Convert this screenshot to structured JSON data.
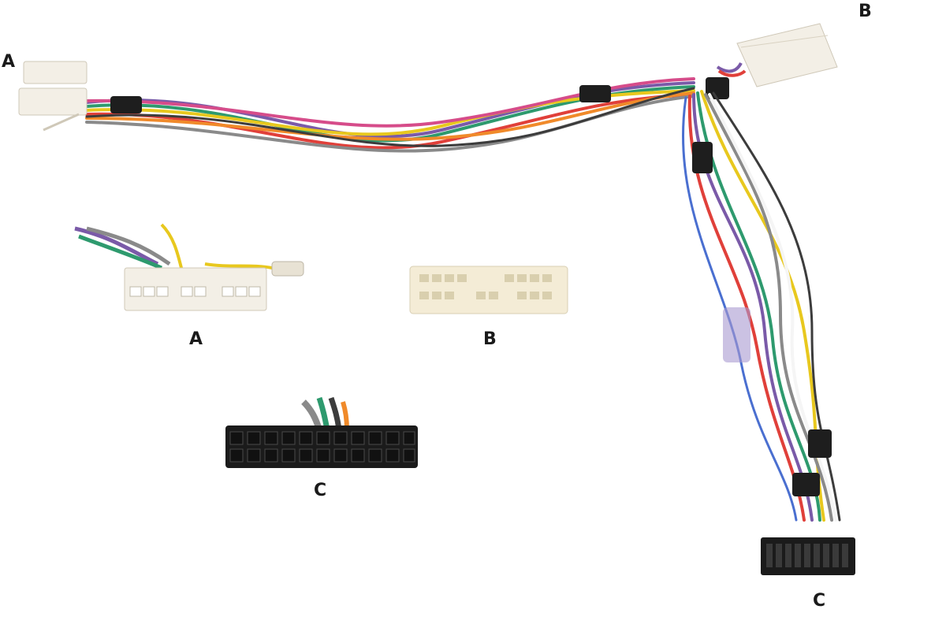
{
  "labels": {
    "top_left": "A",
    "top_right": "B",
    "detail_a": "A",
    "detail_b": "B",
    "detail_c": "C",
    "bottom_right": "C"
  },
  "colors": {
    "background": "#ffffff",
    "connector_white": "#f3efe6",
    "connector_black": "#1b1b1b",
    "wire_colors": [
      "#7a5aa8",
      "#2e9a6e",
      "#e8c81e",
      "#e0403a",
      "#f08a2a",
      "#8a8a8a",
      "#d64c8a",
      "#3c3c3c",
      "#f5f5f5",
      "#4a6fd0"
    ]
  }
}
